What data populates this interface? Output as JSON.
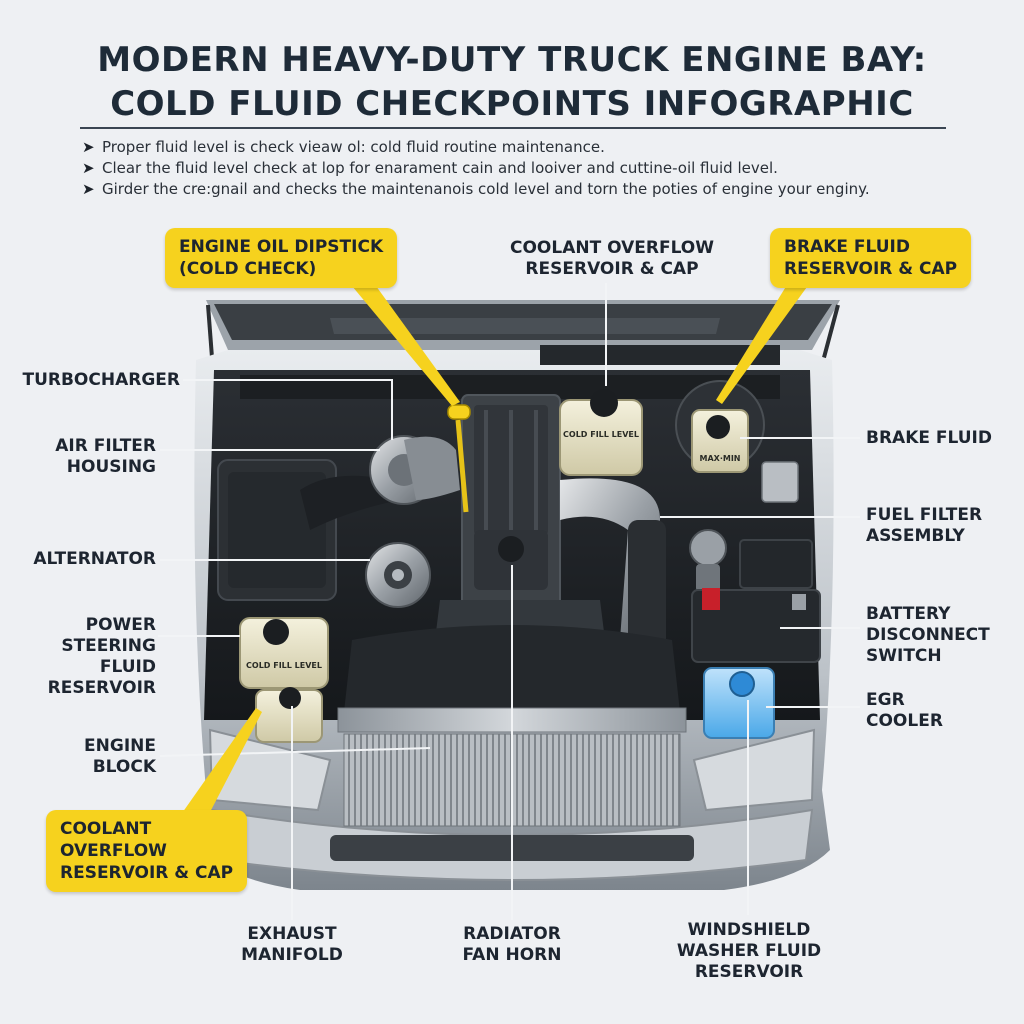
{
  "header": {
    "title_line1": "MODERN HEAVY-DUTY TRUCK ENGINE BAY:",
    "title_line2": "COLD FLUID CHECKPOINTS INFOGRAPHIC"
  },
  "bullets": [
    "Proper fluid level is check vieaw ol: cold fluid routine maintenance.",
    "Clear the fluid level check at lop for enarament cain and looiver and cuttine-oil fluid level.",
    "Girder the cre:gnail and checks the maintenanois cold level and torn the poties of engine your enginy."
  ],
  "bullet_glyph": "➤",
  "callouts": {
    "dipstick": [
      "ENGINE OIL DIPSTICK",
      "(COLD CHECK)"
    ],
    "brake_reservoir": [
      "BRAKE FLUID",
      "RESERVOIR & CAP"
    ],
    "coolant_bottom": [
      "COOLANT",
      "OVERFLOW",
      "RESERVOIR & CAP"
    ]
  },
  "labels": {
    "coolant_top": [
      "COOLANT OVERFLOW",
      "RESERVOIR & CAP"
    ],
    "turbocharger": [
      "TURBOCHARGER"
    ],
    "air_filter": [
      "AIR FILTER",
      "HOUSING"
    ],
    "alternator": [
      "ALTERNATOR"
    ],
    "power_steering": [
      "POWER",
      "STEERING",
      "FLUID",
      "RESERVOIR"
    ],
    "engine_block": [
      "ENGINE",
      "BLOCK"
    ],
    "brake_fluid": [
      "BRAKE FLUID"
    ],
    "fuel_filter": [
      "FUEL FILTER",
      "ASSEMBLY"
    ],
    "battery_switch": [
      "BATTERY",
      "DISCONNECT",
      "SWITCH"
    ],
    "egr_cooler": [
      "EGR",
      "COOLER"
    ],
    "exhaust_manifold": [
      "EXHAUST",
      "MANIFOLD"
    ],
    "radiator": [
      "RADIATOR",
      "FAN HORN"
    ],
    "washer": [
      "WINDSHIELD",
      "WASHER FLUID",
      "RESERVOIR"
    ]
  },
  "part_text": {
    "cold_fill_top": "COLD FILL LEVEL",
    "cold_fill_left": "COLD FILL LEVEL",
    "max_min": "MAX·MIN"
  },
  "colors": {
    "accent_yellow": "#f6d21e",
    "label_ink": "#1d2530",
    "background": "#eef0f3",
    "washer_blue": "#4aa8e8",
    "cap_red": "#c8202a"
  }
}
